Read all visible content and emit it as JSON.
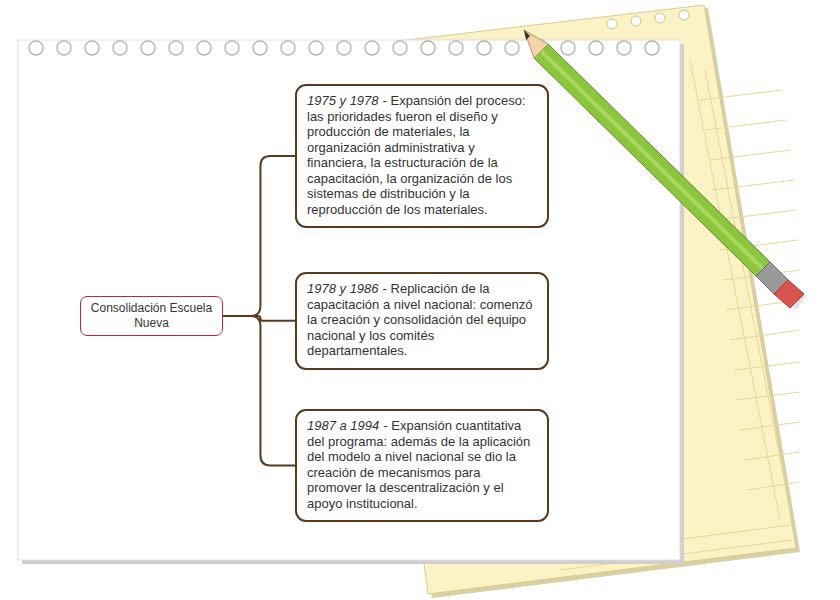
{
  "diagram": {
    "nodes": [
      {
        "text": [
          "Consolidación Escuela Nueva"
        ]
      },
      {
        "text": [
          "1975 y 1978",
          "- Expansión del proceso: las prioridades fueron el diseño y producción de materiales, la organización administrativa y financiera, la estructuración de la capacitación, la organización de los sistemas de distribución y la reproducción de los materiales."
        ]
      },
      {
        "text": [
          "1978 y 1986",
          "- Replicación de la capacitación a nivel nacional: comenzó la creación y consolidación del equipo nacional y los comités departamentales."
        ]
      },
      {
        "text": [
          "1987 a 1994",
          "- Expansión cuantitativa del programa: además de la aplicación del modelo a nivel nacional se dio la creación de mecanismos para promover la descentralización y el apoyo institucional."
        ]
      }
    ],
    "edges": [
      {
        "from": 0,
        "to": 1,
        "arrow": "none"
      },
      {
        "from": 0,
        "to": 2,
        "arrow": "none"
      },
      {
        "from": 0,
        "to": 3,
        "arrow": "none"
      }
    ]
  }
}
